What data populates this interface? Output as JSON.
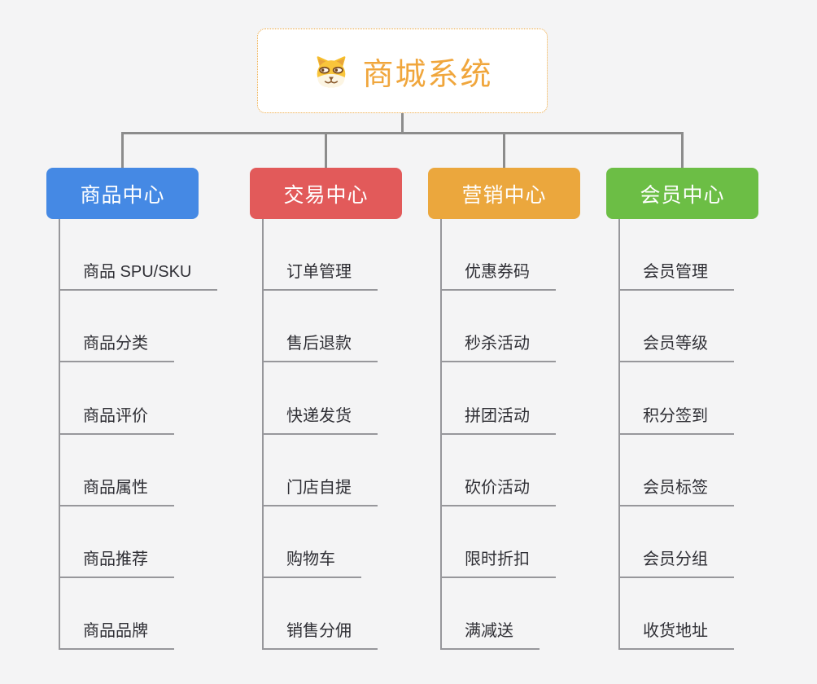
{
  "root": {
    "title": "商城系统",
    "icon": "doge-icon",
    "title_color": "#f0a63c"
  },
  "background_color": "#f4f4f5",
  "connector_color": "#8c8c8c",
  "item_line_color": "#97979b",
  "branches": [
    {
      "label": "商品中心",
      "color": "#4589e4",
      "items": [
        "商品 SPU/SKU",
        "商品分类",
        "商品评价",
        "商品属性",
        "商品推荐",
        "商品品牌"
      ]
    },
    {
      "label": "交易中心",
      "color": "#e25a5a",
      "items": [
        "订单管理",
        "售后退款",
        "快递发货",
        "门店自提",
        "购物车",
        "销售分佣"
      ]
    },
    {
      "label": "营销中心",
      "color": "#eba73d",
      "items": [
        "优惠券码",
        "秒杀活动",
        "拼团活动",
        "砍价活动",
        "限时折扣",
        "满减送"
      ]
    },
    {
      "label": "会员中心",
      "color": "#6cbe45",
      "items": [
        "会员管理",
        "会员等级",
        "积分签到",
        "会员标签",
        "会员分组",
        "收货地址"
      ]
    }
  ]
}
